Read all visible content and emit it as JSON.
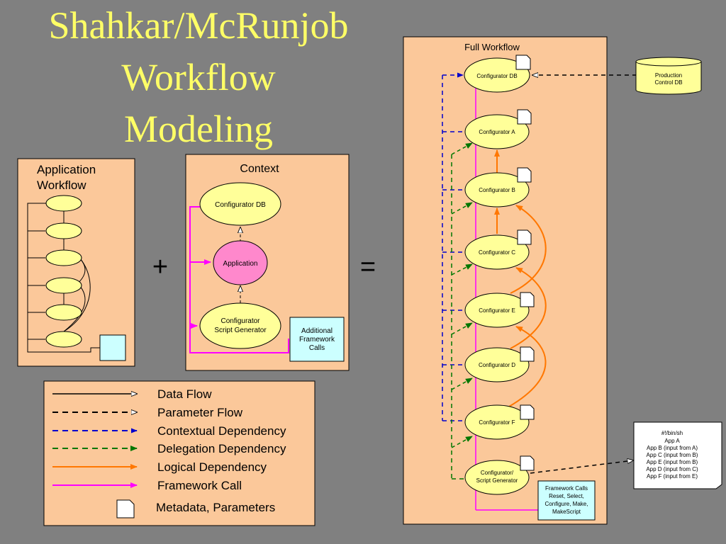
{
  "title": [
    "Shahkar/McRunjob",
    "Workflow",
    "Modeling"
  ],
  "operators": {
    "plus": "+",
    "equals": "="
  },
  "app_workflow": {
    "title_line1": "Application",
    "title_line2": "Workflow"
  },
  "context": {
    "title": "Context",
    "configurator_db": "Configurator DB",
    "application": "Application",
    "script_generator_line1": "Configurator",
    "script_generator_line2": "Script Generator",
    "framework_box": [
      "Additional",
      "Framework",
      "Calls"
    ]
  },
  "legend": [
    {
      "label": "Data Flow",
      "color": "#000000",
      "style": "solid"
    },
    {
      "label": "Parameter Flow",
      "color": "#000000",
      "style": "dashed"
    },
    {
      "label": "Contextual Dependency",
      "color": "#0000cc",
      "style": "dashed"
    },
    {
      "label": "Delegation Dependency",
      "color": "#007700",
      "style": "dashed"
    },
    {
      "label": "Logical Dependency",
      "color": "#ff7700",
      "style": "solid"
    },
    {
      "label": "Framework Call",
      "color": "#ff00ff",
      "style": "solid"
    },
    {
      "label": "Metadata, Parameters",
      "color": "#ffffff",
      "style": "page"
    }
  ],
  "full_workflow": {
    "title": "Full Workflow",
    "nodes": [
      "Configurator DB",
      "Configurator A",
      "Configurator B",
      "Configurator C",
      "Configurator E",
      "Configurator D",
      "Configurator F"
    ],
    "script_generator_line1": "Configurator/",
    "script_generator_line2": "Script Generator",
    "production_db_line1": "Production",
    "production_db_line2": "Control DB",
    "framework_calls": [
      "Framework Calls",
      "Reset, Select,",
      "Configure, Make,",
      "MakeScript"
    ],
    "script": [
      "#!/bin/sh",
      "App A",
      "App B (input from A)",
      "App C (input from B)",
      "App E (input from B)",
      "App D (input from C)",
      "App F (input from E)"
    ]
  },
  "colors": {
    "background": "#808080",
    "title": "#ffff66",
    "panel": "#fbc89a",
    "node": "#ffff99",
    "application": "#ff88cc",
    "callbox": "#ccffff"
  }
}
